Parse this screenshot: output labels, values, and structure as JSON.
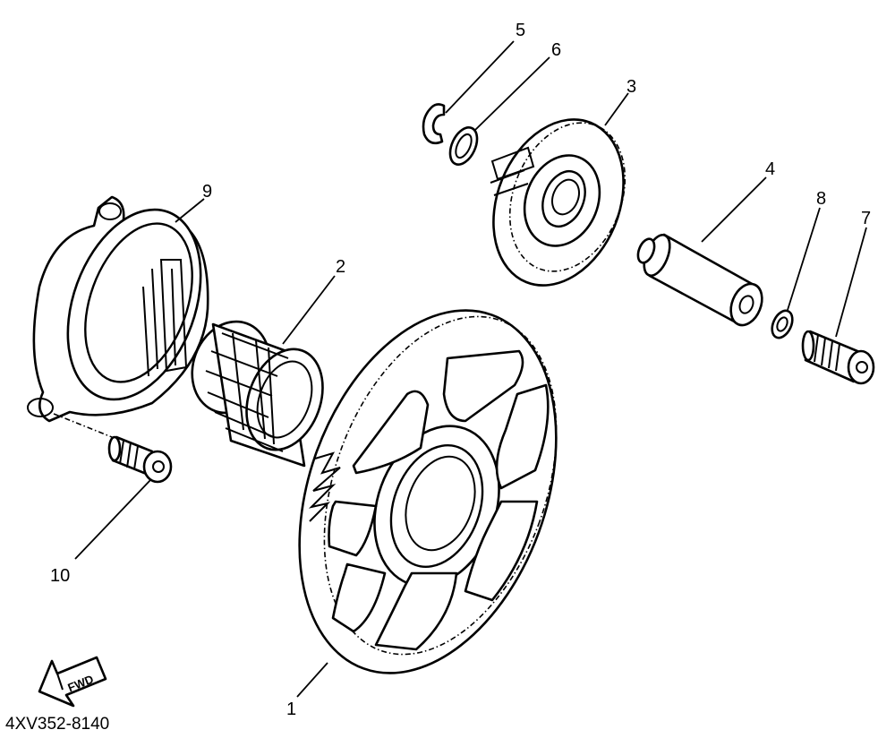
{
  "diagram": {
    "callouts": [
      "1",
      "2",
      "3",
      "4",
      "5",
      "6",
      "7",
      "8",
      "9",
      "10"
    ],
    "fwd_label": "FWD",
    "figure_code": "4XV352-8140"
  }
}
